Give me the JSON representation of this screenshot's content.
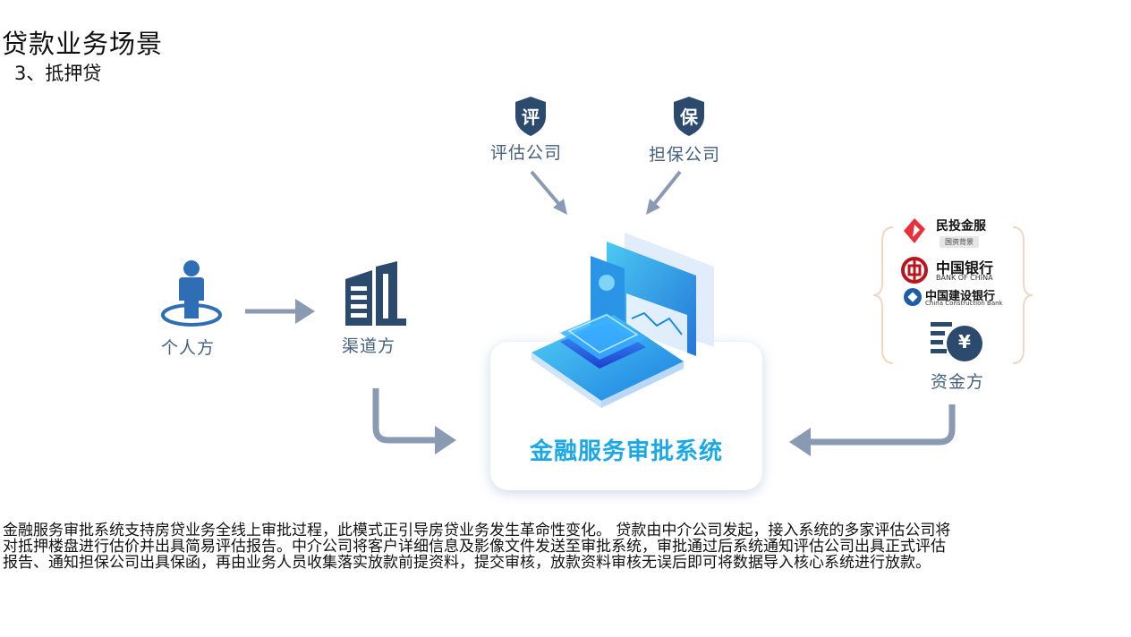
{
  "title": "贷款业务场景",
  "subtitle": "3、抵押贷",
  "nodes": {
    "evaluation": {
      "icon_char": "评",
      "label": "评估公司"
    },
    "guarantee": {
      "icon_char": "保",
      "label": "担保公司"
    },
    "individual": {
      "label": "个人方"
    },
    "channel": {
      "label": "渠道方"
    },
    "funding": {
      "label": "资金方",
      "icon_char": "¥"
    },
    "core": {
      "label": "金融服务审批系统"
    }
  },
  "funding_logos": {
    "minto": {
      "name": "民投金服",
      "tag": "国资背景"
    },
    "boc": {
      "name": "中国银行",
      "sub": "BANK OF CHINA"
    },
    "ccb": {
      "name": "中国建设银行",
      "sub": "China Construction Bank"
    }
  },
  "description": "金融服务审批系统支持房贷业务全线上审批过程，此模式正引导房贷业务发生革命性变化。 贷款由中介公司发起，接入系统的多家评估公司将对抵押楼盘进行估价并出具简易评估报告。中介公司将客户详细信息及影像文件发送至审批系统，审批通过后系统通知评估公司出具正式评估报告、通知担保公司出具保函，再由业务人员收集落实放款前提资料，提交审核，放款资料审核无误后即可将数据导入核心系统进行放款。",
  "colors": {
    "icon_navy": "#2b4a6e",
    "icon_blue": "#2f6db5",
    "arrow_gray": "#8a9ab3",
    "core_text": "#1aa9e6",
    "brace": "#f2d7bf",
    "minto_red": "#e8303a",
    "boc_red": "#b8161c",
    "ccb_blue": "#1d5ca8"
  }
}
